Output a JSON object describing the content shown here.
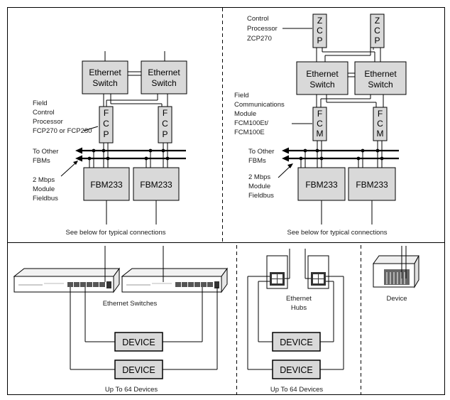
{
  "top_left": {
    "switch_line1": "Ethernet",
    "switch_line2": "Switch",
    "fcp_letters": [
      "F",
      "C",
      "P"
    ],
    "fcp_desc": [
      "Field",
      "Control",
      "Processor",
      "FCP270 or FCP280"
    ],
    "other_fbms": [
      "To Other",
      "FBMs"
    ],
    "fieldbus_desc": [
      "2 Mbps",
      "Module",
      "Fieldbus"
    ],
    "fbm_label": "FBM233",
    "note": "See below for typical connections"
  },
  "top_right": {
    "zcp_letters": [
      "Z",
      "C",
      "P"
    ],
    "zcp_desc": [
      "Control",
      "Processor",
      "ZCP270"
    ],
    "switch_line1": "Ethernet",
    "switch_line2": "Switch",
    "fcm_letters": [
      "F",
      "C",
      "M"
    ],
    "fcm_desc": [
      "Field",
      "Communications",
      "Module",
      "FCM100Et/",
      "FCM100E"
    ],
    "other_fbms": [
      "To Other",
      "FBMs"
    ],
    "fieldbus_desc": [
      "2 Mbps",
      "Module",
      "Fieldbus"
    ],
    "fbm_label": "FBM233",
    "note": "See below for typical connections"
  },
  "bottom_left": {
    "caption": "Ethernet Switches",
    "device_label": "DEVICE",
    "count": "Up To 64 Devices"
  },
  "bottom_middle": {
    "caption": [
      "Ethernet",
      "Hubs"
    ],
    "device_label": "DEVICE",
    "count": "Up To 64 Devices"
  },
  "bottom_right": {
    "caption": "Device"
  }
}
